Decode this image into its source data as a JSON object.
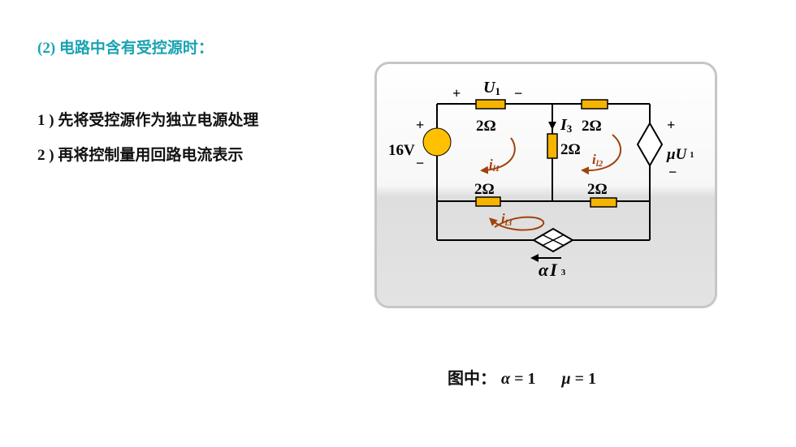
{
  "heading": "(2) 电路中含有受控源时：",
  "steps": [
    "1 ) 先将受控源作为独立电源处理",
    "2 ) 再将控制量用回路电流表示"
  ],
  "circuit": {
    "source_voltage": "16V",
    "plus": "+",
    "minus": "−",
    "u1_symbol": "U",
    "u1_sub": "1",
    "i3_symbol": "I",
    "i3_sub": "3",
    "resistor_value": "2Ω",
    "loop_current_1": "i",
    "loop_current_1_sub": "l1",
    "loop_current_2": "i",
    "loop_current_2_sub": "l2",
    "loop_current_3": "i",
    "loop_current_3_sub": "l3",
    "dep_voltage_coef": "μ",
    "dep_voltage_var": "U",
    "dep_voltage_sub": "1",
    "dep_current_coef": "α",
    "dep_current_var": "I",
    "dep_current_sub": "3",
    "resistor_color": "#f5b400",
    "source_color": "#ffc000",
    "loop_arrow_color": "#a0420d",
    "wire_color": "#000000"
  },
  "caption": {
    "prefix": "图中：",
    "alpha_eq": "α",
    "alpha_val": " = 1",
    "mu_eq": "μ",
    "mu_val": " = 1"
  }
}
